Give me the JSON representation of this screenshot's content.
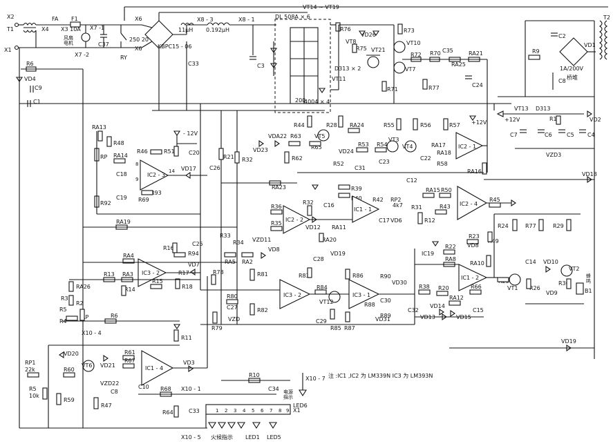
{
  "labels": {
    "x2": "X2",
    "t1": "T1",
    "fa": "FA",
    "f1": "F1",
    "x4": "X4",
    "x3_10a": "X3 10A",
    "x1": "X1",
    "x6a": "X6",
    "x6b": "X6",
    "x7_1": "X7 -1",
    "x7_2": "X7 -2",
    "fan_motor": "风扇\n电机",
    "c37": "C37",
    "ry": "RY",
    "v250": "250 20",
    "kbpc": "KBPC15 - 06",
    "x8_3": "X8 - 3",
    "l_11uh": "11μH",
    "x8_1": "X8 - 1",
    "l_0192": "0.192μH",
    "c33": "C33",
    "vt14_19": "VT14 ~ VT19",
    "dl508": "DL 508A × 6",
    "d4004": "4004 × 4",
    "d200": "200",
    "c3": "C3",
    "r76": "R76",
    "vd26": "VD26",
    "vt8": "VT8",
    "r75": "R75",
    "vt21": "VT21",
    "d313x2": "D313 × 2",
    "vt11": "VT11",
    "r73": "R73",
    "vt10": "VT10",
    "r72": "R72",
    "vt7": "VT7",
    "r70": "R70",
    "c35": "C35",
    "ra21": "RA21",
    "ra25": "RA25",
    "r71": "R71",
    "r77": "R77",
    "c24": "C24",
    "r9": "R9",
    "c2": "C2",
    "vd1": "VD1",
    "t2": "T2",
    "l_1a200v": "1A/200V",
    "bridge_cn": "桥堆",
    "c8": "C8",
    "vt13": "VT13",
    "d313": "D313",
    "p12v": "+12V",
    "r1": "R1",
    "vd2": "VD2",
    "c7": "C7",
    "c6": "C6",
    "c5": "C5",
    "c4": "C4",
    "vzd3": "VZD3",
    "vd18": "VD18",
    "vd19": "VD19",
    "r6": "R6",
    "vd4": "VD4",
    "c9": "C9",
    "c1": "C1",
    "ra13": "RA13",
    "r48": "R48",
    "rp": "RP",
    "ra14": "RA14",
    "r46": "R46",
    "c18": "C18",
    "c19": "C19",
    "r92": "R92",
    "r93": "R93",
    "r69": "R69",
    "ic2_3": "IC2 - 3",
    "r51": "R51",
    "c20": "C20",
    "m12v": "- 12V",
    "vd17": "VD17",
    "c26": "C26",
    "r21": "R21",
    "r32": "R32",
    "vd23": "VD23",
    "vda22": "VDA22",
    "r63": "R63",
    "r62": "R62",
    "r65": "R65",
    "vt5": "VT5",
    "r44": "R44",
    "r28": "R28",
    "vd24": "VD24",
    "r53": "R53",
    "r54": "R54",
    "vt3": "VT3",
    "vt4": "VT4",
    "r55": "R55",
    "r56": "R56",
    "r57": "R57",
    "c31": "C31",
    "c23": "C23",
    "r52": "R52",
    "ra24": "RA24",
    "c22": "C22",
    "ra17": "RA17",
    "ra18": "RA18",
    "r58": "R58",
    "ic2_1": "IC2 - 1",
    "ra16": "RA16",
    "ra23": "RA23",
    "r39": "R39",
    "r40": "R40",
    "c12": "C12",
    "rp2": "RP2",
    "ra15": "RA15",
    "r50": "R50",
    "ic2_4": "IC2 - 4",
    "r42": "R42",
    "r43": "R43",
    "vd6": "VD6",
    "r31": "R31",
    "r12": "R12",
    "r45": "R45",
    "ic1_1": "IC1 - 1",
    "c16": "C16",
    "v4k7": "4k7",
    "r36": "R36",
    "r35": "R35",
    "ic2_2": "IC2 - 2",
    "vd12": "VD12",
    "c17": "C17",
    "r32b": "R32",
    "vzd11": "VZD11",
    "ra19": "RA19",
    "r13": "R13",
    "ra20": "RA20",
    "ra11": "RA11",
    "r16": "R16",
    "c25": "C25",
    "r94": "R94",
    "r34": "R34",
    "r33": "R33",
    "r24": "R24",
    "r77b": "R77",
    "r29": "R29",
    "vd8": "VD8",
    "r49": "R49",
    "ra4": "RA4",
    "ra5": "RA5",
    "ra2": "RA2",
    "r78": "R78",
    "vd7": "VD7",
    "ic3_2": "IC3 - 2",
    "r15": "R15",
    "ra3": "RA3",
    "r14": "R14",
    "r17": "R17",
    "r18": "R18",
    "ra26": "RA26",
    "r3": "R3",
    "r2": "R2",
    "r81": "R81",
    "r80": "R80",
    "c27": "C27",
    "vzd": "VZD",
    "r82": "R82",
    "r79": "R79",
    "r83": "R83",
    "ic3_2b": "IC3 - 2",
    "c28": "C28",
    "vd19b": "VD19",
    "r86": "R86",
    "r84": "R84",
    "vt12": "VT12",
    "ic3_1": "IC3 - 1",
    "r85": "R85",
    "r87": "R87",
    "r88": "R88",
    "r89": "R89",
    "c29": "C29",
    "c30": "C30",
    "vd31": "VD31",
    "vd30": "VD30",
    "r90": "R90",
    "c32": "C32",
    "ic19": "IC19",
    "r22": "R22",
    "r23": "R23",
    "ra8": "RA8",
    "ra10": "RA10",
    "ic1_2": "IC1 - 2",
    "r38": "R38",
    "r20": "R20",
    "ra12": "RA12",
    "r66": "R66",
    "c15": "C15",
    "vd14": "VD14",
    "vd15": "VD15",
    "vd13": "VD13",
    "r25": "R25",
    "vt1": "VT1",
    "c14": "C14",
    "vd10": "VD10",
    "vt2": "VT2",
    "r26": "R26",
    "vd9": "VD9",
    "r30": "R30",
    "b1": "B1",
    "buzzer_cn": "蜂\n鸣",
    "vdh19": "VD19",
    "r4": "R4",
    "r5": "R5",
    "rp_b": "RP",
    "r6b": "R6",
    "x10_4": "X10 - 4",
    "vd20": "VD20",
    "r60": "R60",
    "vt6": "VT6",
    "vd21": "VD21",
    "r61": "R61",
    "r67": "R67",
    "vzd22": "VZD22",
    "c8b": "C8",
    "ic1_4": "IC1 - 4",
    "c10": "C10",
    "r47": "R47",
    "r11": "R11",
    "vd3": "VD3",
    "rp1": "RP1",
    "v22k": "22k",
    "r59": "R59",
    "r5b": "R5",
    "v10k": "10k",
    "r68": "R68",
    "x10_1": "X10 - 1",
    "r10": "R10",
    "c34": "C34",
    "r64": "R64",
    "c33b": "C33",
    "x10_7": "X10 - 7",
    "power_ind": "电源\n指示",
    "led6": "LED6",
    "x10_5": "X10 - 5",
    "fire_ind": "火候指示",
    "led1": "LED1",
    "led5": "LED5",
    "x1b": "X1",
    "note": "注 :IC1 ,IC2 为 LM339N IC3 为 LM393N"
  },
  "connector_pins": [
    "1",
    "2",
    "3",
    "4",
    "5",
    "6",
    "7",
    "8",
    "9"
  ]
}
